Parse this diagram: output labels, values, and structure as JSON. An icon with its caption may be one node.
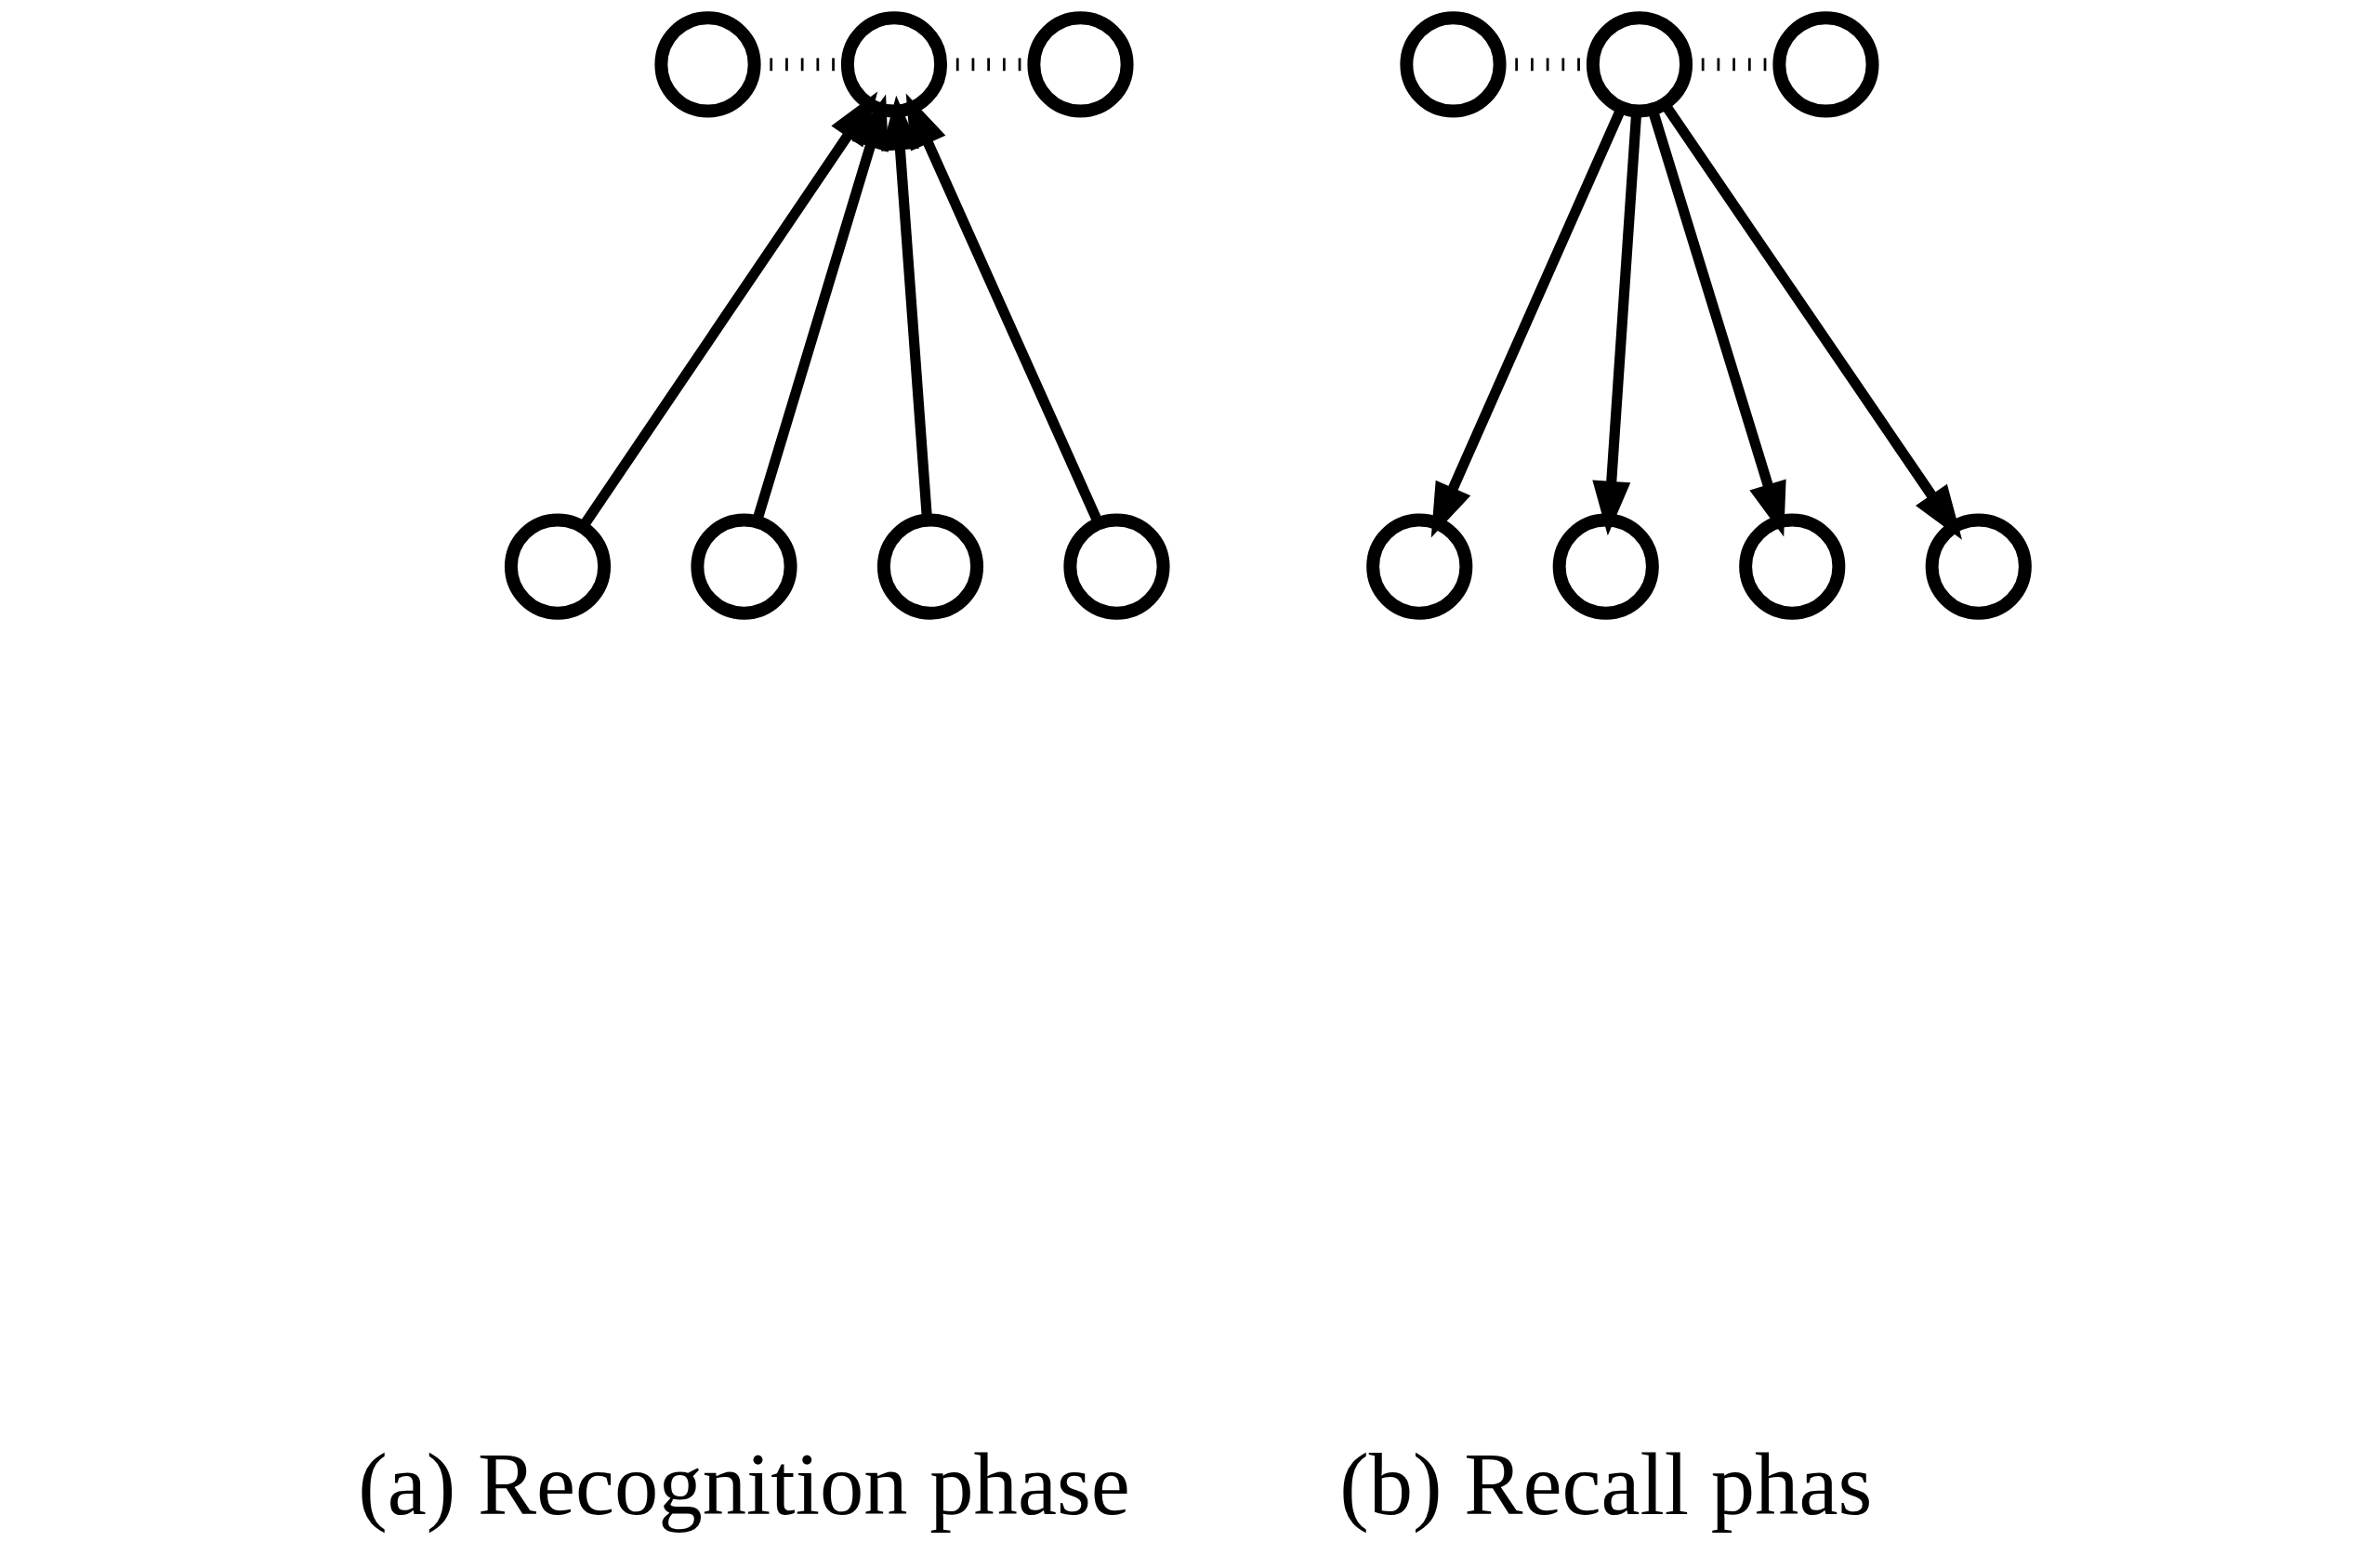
{
  "diagram": {
    "nodes": [
      {
        "text": [],
        "shape": "circle"
      },
      {
        "text": [],
        "shape": "circle"
      },
      {
        "text": [],
        "shape": "circle"
      },
      {
        "text": [],
        "shape": "circle"
      },
      {
        "text": [],
        "shape": "circle"
      },
      {
        "text": [],
        "shape": "circle"
      },
      {
        "text": [],
        "shape": "circle"
      },
      {
        "text": [],
        "shape": "circle"
      },
      {
        "text": [],
        "shape": "circle"
      },
      {
        "text": [],
        "shape": "circle"
      },
      {
        "text": [],
        "shape": "circle"
      },
      {
        "text": [],
        "shape": "circle"
      },
      {
        "text": [],
        "shape": "circle"
      },
      {
        "text": [],
        "shape": "circle"
      }
    ],
    "edges": [
      {
        "from": 0,
        "to": 1,
        "arrow": "none",
        "style": "dashed"
      },
      {
        "from": 1,
        "to": 2,
        "arrow": "none",
        "style": "dashed"
      },
      {
        "from": 3,
        "to": 1,
        "arrow": "to"
      },
      {
        "from": 4,
        "to": 1,
        "arrow": "to"
      },
      {
        "from": 5,
        "to": 1,
        "arrow": "to"
      },
      {
        "from": 6,
        "to": 1,
        "arrow": "to"
      },
      {
        "from": 7,
        "to": 8,
        "arrow": "none",
        "style": "dashed"
      },
      {
        "from": 8,
        "to": 9,
        "arrow": "none",
        "style": "dashed"
      },
      {
        "from": 8,
        "to": 10,
        "arrow": "to"
      },
      {
        "from": 8,
        "to": 11,
        "arrow": "to"
      },
      {
        "from": 8,
        "to": 12,
        "arrow": "to"
      },
      {
        "from": 8,
        "to": 13,
        "arrow": "to"
      }
    ],
    "labels": [
      "(a) Recognition phase",
      "(b) Recall phas"
    ]
  }
}
